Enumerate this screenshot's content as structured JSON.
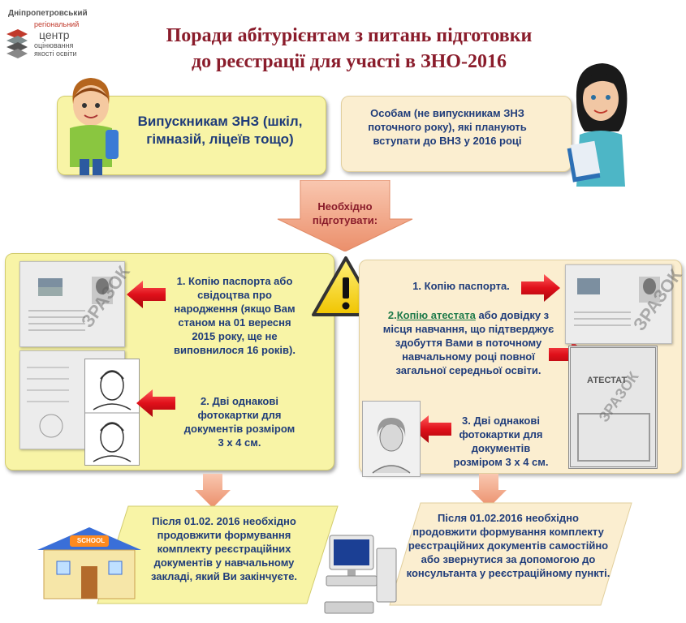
{
  "logo": {
    "line1": "Дніпропетровський",
    "line2": "регіональний",
    "line3": "центр",
    "line4": "оцінювання",
    "line5": "якості освіти"
  },
  "title": {
    "line1": "Поради абітурієнтам з питань підготовки",
    "line2": "до реєстрації для участі в ЗНО-2016"
  },
  "graduates_box": {
    "text": "Випускникам ЗНЗ (шкіл, гімназій, ліцеїв тощо)"
  },
  "others_box": {
    "text": "Особам (не випускникам ЗНЗ поточного року), які планують вступати до ВНЗ у 2016 році"
  },
  "center_arrow": {
    "text": "Необхідно підготувати:"
  },
  "left_panel": {
    "item1": "1. Копію паспорта або свідоцтва про народження (якщо Вам станом на 01 вересня 2015 року,  ще не виповнилося 16 років).",
    "item2": "2. Дві однакові фотокартки для документів розміром 3 х 4 см.",
    "watermark": "ЗРАЗОК"
  },
  "right_panel": {
    "item1": "1. Копію паспорта.",
    "item2_prefix": "2.",
    "item2_link": "Копію атестата",
    "item2_rest": " або довідку з місця навчання, що підтверджує здобуття Вами в поточному навчальному році  повної загальної середньої освіти.",
    "item3": "3. Дві однакові фотокартки для документів розміром 3 х 4 см.",
    "watermark": "ЗРАЗОК",
    "certificate_title": "АТЕСТАТ"
  },
  "school_sign": "SCHOOL",
  "bottom_left": {
    "text": "Після 01.02. 2016 необхідно продовжити формування комплекту реєстраційних документів у навчальному закладі, який Ви закінчуєте."
  },
  "bottom_right": {
    "text": "Після 01.02.2016 необхідно продовжити формування комплекту реєстраційних документів самостійно або  звернутися за допомогою до консультанта у реєстраційному пункті."
  },
  "colors": {
    "title": "#8a1c2b",
    "yellow_box": "#f8f4a6",
    "peach_box": "#fbeed0",
    "arrow_red": "#e0101a",
    "navy_text": "#1f3c7a"
  },
  "icons": [
    "logo-icon",
    "boy-icon",
    "girl-icon",
    "warning-icon",
    "school-icon",
    "computer-icon",
    "photo-icon",
    "passport-icon",
    "certificate-icon"
  ]
}
